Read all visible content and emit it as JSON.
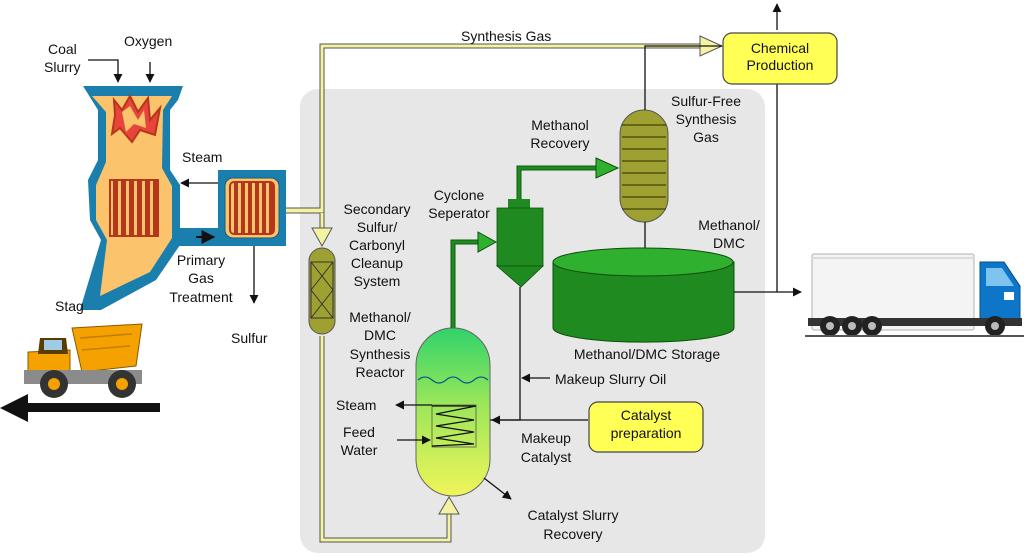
{
  "labels": {
    "coal_slurry_1": "Coal",
    "coal_slurry_2": "Slurry",
    "oxygen": "Oxygen",
    "synthesis_gas": "Synthesis Gas",
    "chemical_production_1": "Chemical",
    "chemical_production_2": "Production",
    "steam_top": "Steam",
    "sulfur_free_1": "Sulfur-Free",
    "sulfur_free_2": "Synthesis",
    "sulfur_free_3": "Gas",
    "methanol_recovery_1": "Methanol",
    "methanol_recovery_2": "Recovery",
    "cyclone_1": "Cyclone",
    "cyclone_2": "Seperator",
    "secondary_1": "Secondary",
    "secondary_2": "Sulfur/",
    "secondary_3": "Carbonyl",
    "secondary_4": "Cleanup",
    "secondary_5": "System",
    "primary_1": "Primary",
    "primary_2": "Gas",
    "primary_3": "Treatment",
    "stag": "Stag",
    "sulfur": "Sulfur",
    "methanol_dmc_1": "Methanol/",
    "methanol_dmc_2": "DMC",
    "reactor_1": "Methanol/",
    "reactor_2": "DMC",
    "reactor_3": "Synthesis",
    "reactor_4": "Reactor",
    "storage": "Methanol/DMC Storage",
    "makeup_slurry_oil": "Makeup Slurry Oil",
    "steam_bottom": "Steam",
    "feed_water_1": "Feed",
    "feed_water_2": "Water",
    "catalyst_prep_1": "Catalyst",
    "catalyst_prep_2": "preparation",
    "makeup_catalyst_1": "Makeup",
    "makeup_catalyst_2": "Catalyst",
    "catalyst_slurry_1": "Catalyst Slurry",
    "catalyst_slurry_2": "Recovery"
  },
  "colors": {
    "gasifier_fill": "#fbc36b",
    "gasifier_frame": "#1b7fae",
    "coil": "#b5371b",
    "yellow_pipe": "#f3f3a3",
    "yellow_box": "#ffff55",
    "green_dark": "#1f8a1f",
    "green_bright": "#2fb02f",
    "olive": "#9fa032",
    "panel": "#e7e7e7",
    "truck_orange": "#f5a100",
    "truck_blue": "#0d76c9"
  }
}
